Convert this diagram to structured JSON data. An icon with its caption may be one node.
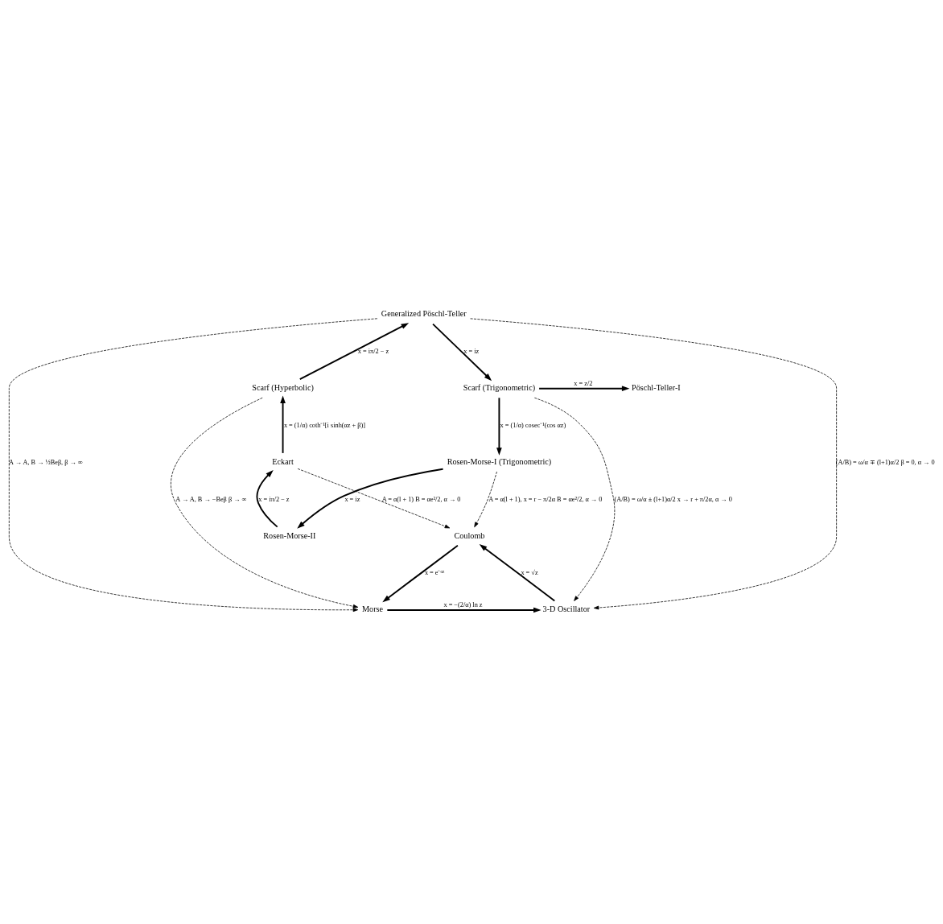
{
  "diagram": {
    "nodes": [
      {
        "text": [
          "Generalized Pöschl-Teller"
        ]
      },
      {
        "text": [
          "Pöschl-Teller-I"
        ]
      },
      {
        "text": [
          "Scarf (Hyperbolic)"
        ]
      },
      {
        "text": [
          "Scarf (Trigonometric)"
        ]
      },
      {
        "text": [
          "Morse"
        ]
      },
      {
        "text": [
          "3-D Oscillator"
        ]
      },
      {
        "text": [
          "Eckart"
        ]
      },
      {
        "text": [
          "Coulomb"
        ]
      },
      {
        "text": [
          "Rosen-Morse-I (Trigonometric)"
        ]
      },
      {
        "text": [
          "Rosen-Morse-II"
        ]
      }
    ],
    "edges": [
      {
        "from": 0,
        "to": 3,
        "arrow": "to",
        "label": "x = iz"
      },
      {
        "from": 3,
        "to": 8,
        "arrow": "to",
        "label": "x = (1/α) cosec⁻¹(cos αz)"
      },
      {
        "from": 8,
        "to": 9,
        "arrow": "to",
        "label": "x = iz"
      },
      {
        "from": 9,
        "to": 6,
        "arrow": "to",
        "label": "x = iπ/2 − z"
      },
      {
        "from": 6,
        "to": 2,
        "arrow": "to",
        "label": "x = (1/α) coth⁻¹[i sinh(αz + β)]"
      },
      {
        "from": 2,
        "to": 0,
        "arrow": "to",
        "label": "x = iπ/2 − z"
      },
      {
        "from": 3,
        "to": 1,
        "arrow": "to",
        "label": "x = z/2"
      },
      {
        "from": 0,
        "to": 4,
        "arrow": "to",
        "label": "A → A, B → ½Beβ, β → ∞",
        "style": "dashed"
      },
      {
        "from": 0,
        "to": 5,
        "arrow": "to",
        "label": "(A/B) = ω/α ∓ (l+1)α/2 β = 0, α → 0",
        "style": "dashed"
      },
      {
        "from": 2,
        "to": 4,
        "arrow": "to",
        "label": "A → A, B → −Beβ β → ∞",
        "style": "dashed"
      },
      {
        "from": 3,
        "to": 5,
        "arrow": "to",
        "label": "(A/B) = ω/α ± (l+1)α/2 x → r + π/2α, α → 0",
        "style": "dashed"
      },
      {
        "from": 4,
        "to": 5,
        "arrow": "to",
        "label": "x = −(2/α) ln z"
      },
      {
        "from": 5,
        "to": 7,
        "arrow": "to",
        "label": "x = √z"
      },
      {
        "from": 7,
        "to": 4,
        "arrow": "to",
        "label": "x = e⁻ᵅᶻ"
      },
      {
        "from": 6,
        "to": 7,
        "arrow": "to",
        "label": "A = α(l + 1) B = αe²/2, α → 0",
        "style": "dashed"
      },
      {
        "from": 8,
        "to": 7,
        "arrow": "to",
        "label": "A = α(l + 1), x = r − π/2α B = αe²/2, α → 0",
        "style": "dashed"
      }
    ]
  }
}
